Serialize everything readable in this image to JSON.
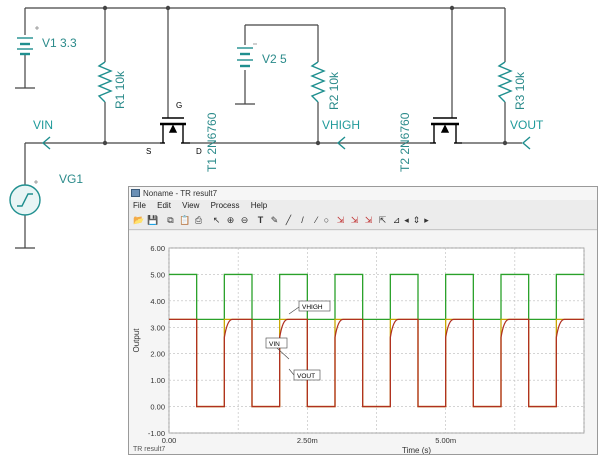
{
  "schematic": {
    "components": {
      "v1": "V1 3.3",
      "v2": "V2 5",
      "r1": "R1 10k",
      "r2": "R2 10k",
      "r3": "R3 10k",
      "t1": "T1 2N6760",
      "t2": "T2 2N6760",
      "vg1": "VG1"
    },
    "pins": {
      "g": "G",
      "s": "S",
      "d": "D"
    },
    "nets": {
      "vin": "VIN",
      "vhigh": "VHIGH",
      "vout": "VOUT"
    },
    "colors": {
      "wire": "#444444",
      "component": "#1f8f8f",
      "mosfet": "#000000"
    }
  },
  "window": {
    "title": "Noname - TR result7",
    "menu": [
      "File",
      "Edit",
      "View",
      "Process",
      "Help"
    ],
    "toolbar_icons": [
      "open-icon",
      "save-icon",
      "copy-icon",
      "paste-icon",
      "print-icon",
      "pointer-icon",
      "zoom-in-icon",
      "zoom-out-icon",
      "text-icon",
      "pencil-icon",
      "line-icon",
      "ellipse-icon",
      "cursor-a-icon",
      "cursor-b-icon",
      "cursor-c-icon",
      "arrow-left-icon",
      "arrow-updown-icon",
      "arrow-right-icon"
    ],
    "status": "TR result7"
  },
  "chart_data": {
    "type": "line",
    "xlabel": "Time (s)",
    "ylabel": "Output",
    "x_ticks": [
      "0.00",
      "2.50m",
      "5.00m"
    ],
    "y_ticks": [
      "-1.00",
      "0.00",
      "1.00",
      "2.00",
      "3.00",
      "4.00",
      "5.00",
      "6.00"
    ],
    "xlim": [
      0,
      0.0075
    ],
    "ylim": [
      -1,
      6
    ],
    "grid": true,
    "period_s": 0.001,
    "duty": 0.5,
    "series": [
      {
        "name": "VHIGH",
        "color": "#2aa12a",
        "high": 5.0,
        "low": 3.3
      },
      {
        "name": "VIN",
        "color": "#c8a800",
        "high": 3.3,
        "low": 0.0
      },
      {
        "name": "VOUT",
        "color": "#b03020",
        "high": 3.3,
        "low": 0.0
      }
    ]
  }
}
